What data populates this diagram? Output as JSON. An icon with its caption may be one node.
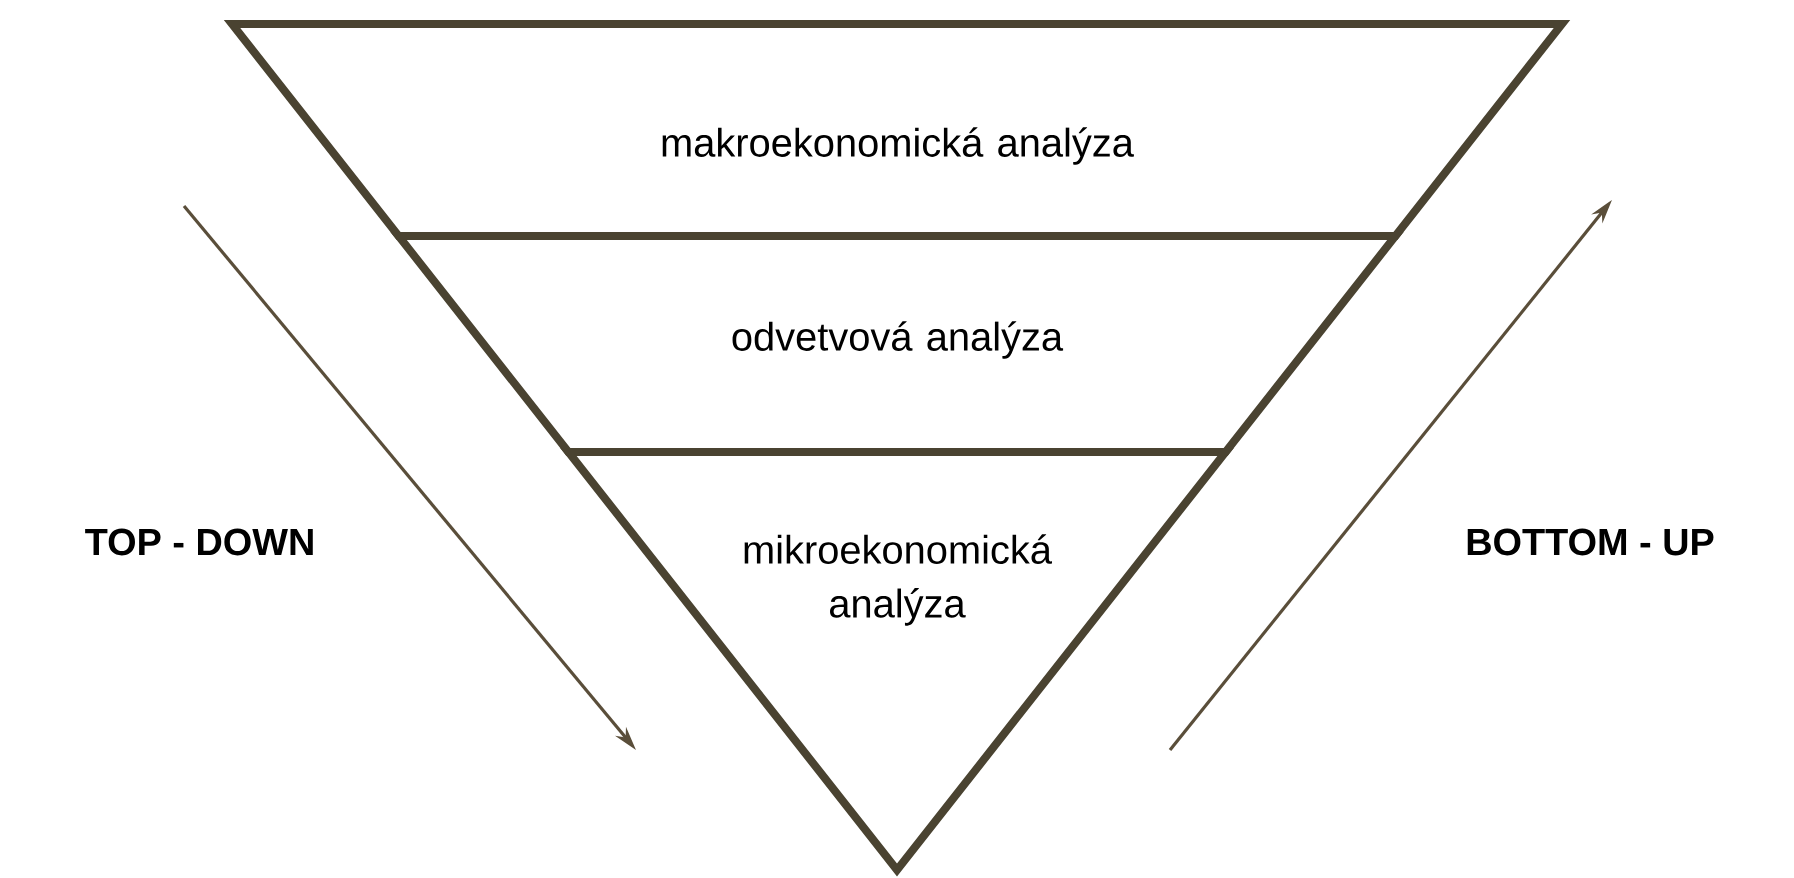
{
  "diagram": {
    "nodes": [
      {
        "text": [
          "makroekonomická analýza"
        ]
      },
      {
        "text": [
          "odvetvová analýza"
        ]
      },
      {
        "text": [
          "mikroekonomická analýza"
        ]
      }
    ],
    "labels": [
      "TOP - DOWN",
      "BOTTOM - UP"
    ]
  }
}
